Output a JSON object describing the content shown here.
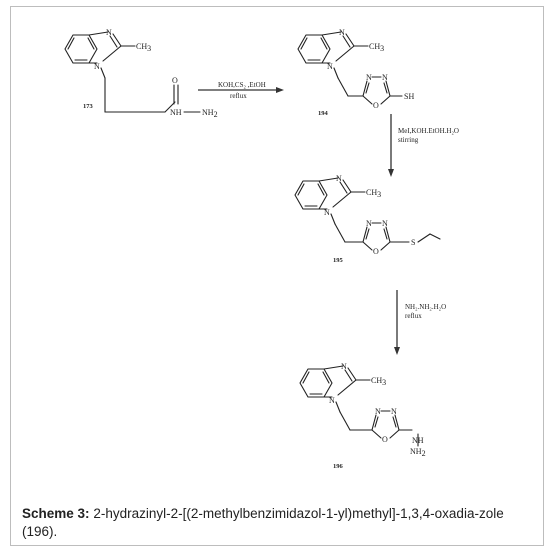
{
  "scheme": {
    "compounds": [
      {
        "id": "c173",
        "label": "173"
      },
      {
        "id": "c194",
        "label": "194"
      },
      {
        "id": "c195",
        "label": "195"
      },
      {
        "id": "c196",
        "label": "196"
      }
    ],
    "steps": [
      {
        "id": "step1",
        "reagent_line1": "KOH,CS₂ ,EtOH",
        "reagent_line2": "reflux"
      },
      {
        "id": "step2",
        "reagent_line1": "MeI,KOH.EtOH.H₂O",
        "reagent_line2": "stirring"
      },
      {
        "id": "step3",
        "reagent_line1": "NH₂.NH₂.H₂O",
        "reagent_line2": "reflux"
      }
    ]
  },
  "atoms": {
    "N": "N",
    "O": "O",
    "S": "S",
    "SH": "SH",
    "NH": "NH",
    "CH": "CH",
    "three": "3",
    "two": "2"
  },
  "caption": {
    "label": "Scheme 3:",
    "text": "2-hydrazinyl-2-[(2-methylbenzimidazol-1-yl)methyl]-1,3,4-oxadia-zole (196)."
  }
}
